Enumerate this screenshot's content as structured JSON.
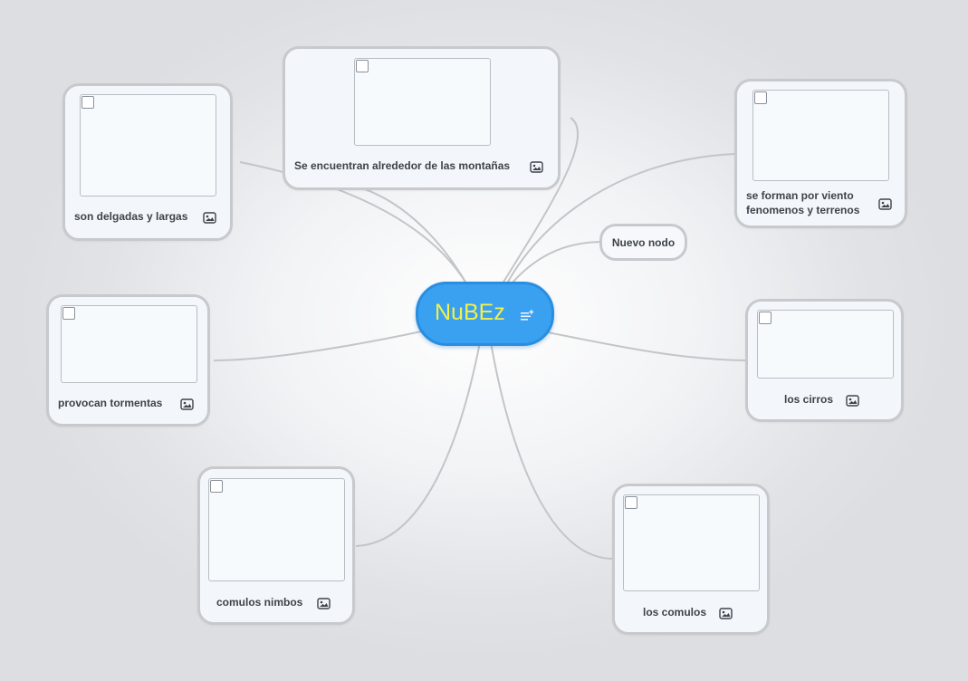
{
  "central": {
    "title": "NuBEz",
    "icon": "notes-icon"
  },
  "nodes": {
    "montanas": {
      "label": "Se encuentran alrededor de las montañas",
      "icon": "image-icon"
    },
    "delgadas": {
      "label": "son delgadas y largas",
      "icon": "image-icon"
    },
    "viento": {
      "line1": "se forman por viento",
      "line2": "fenomenos y terrenos",
      "icon": "image-icon"
    },
    "nuevo": {
      "label": "Nuevo nodo"
    },
    "tormentas": {
      "label": "provocan tormentas",
      "icon": "image-icon"
    },
    "cirros": {
      "label": "los cirros",
      "icon": "image-icon"
    },
    "nimbos": {
      "label": "comulos nimbos",
      "icon": "image-icon"
    },
    "comulos": {
      "label": "los comulos",
      "icon": "image-icon"
    }
  },
  "colors": {
    "central_fill": "#3aa0f0",
    "central_text": "#f4f04a",
    "link": "#c3c5c8",
    "node_border": "#c7c9cc"
  }
}
